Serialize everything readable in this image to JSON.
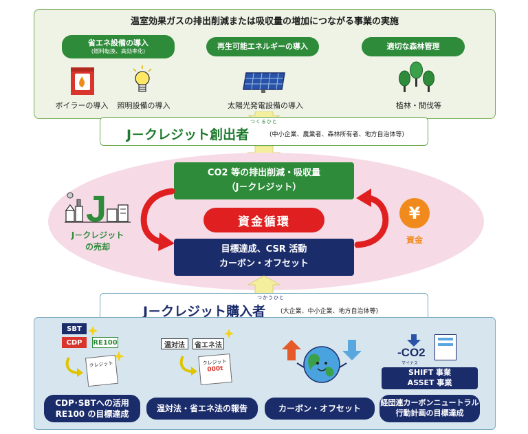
{
  "top": {
    "title": "温室効果ガスの排出削減または吸収量の増加につながる事業の実施",
    "categories": [
      {
        "label": "省エネ設備の導入",
        "sub": "(燃料転換、高効率化)"
      },
      {
        "label": "再生可能エネルギーの導入"
      },
      {
        "label": "適切な森林管理"
      }
    ],
    "icons": [
      {
        "icon": "boiler-icon",
        "label": "ボイラーの導入"
      },
      {
        "icon": "light-bulb-icon",
        "label": "照明設備の導入"
      },
      {
        "icon": "solar-panel-icon",
        "label": "太陽光発電設備の導入"
      },
      {
        "icon": "trees-icon",
        "label": "植林・間伐等"
      }
    ]
  },
  "creator": {
    "name": "J－クレジット創出者",
    "ruby": "つくるひと",
    "note": "(中小企業、農業者、森林所有者、地方自治体等)"
  },
  "cycle": {
    "green_box": {
      "line1": "CO2 等の排出削減・吸収量",
      "line2": "（J－クレジット）"
    },
    "center": "資金循環",
    "navy_box": {
      "line1": "目標達成、CSR 活動",
      "line2": "カーボン・オフセット"
    },
    "left_label": {
      "line1": "J－クレジット",
      "line2": "の売却"
    },
    "right_label": "資金",
    "yen": "¥",
    "j_letter": "J"
  },
  "buyer": {
    "name": "J－クレジット購入者",
    "ruby": "つかうひと",
    "note": "(大企業、中小企業、地方自治体等)"
  },
  "bottom": {
    "tags": {
      "sbt": "SBT",
      "cdp": "CDP",
      "re100": "RE100",
      "ontaiho": "温対法",
      "shoeneho": "省エネ法",
      "doc1": "クレジット",
      "doc2": "クレジット",
      "amount": "000t",
      "co2": "-CO2",
      "co2_small": "マイナス"
    },
    "items": [
      {
        "line1": "CDP･SBTへの活用",
        "line2": "RE100 の目標達成"
      },
      {
        "line1": "温対法・省エネ法の報告"
      },
      {
        "line1": "カーボン・オフセット"
      },
      {
        "line1": "経団連カーボンニュートラル",
        "line2": "行動計画の目標達成"
      }
    ],
    "shift": {
      "line1": "SHIFT 事業",
      "line2": "ASSET 事業"
    }
  },
  "colors": {
    "green": "#2e8b3a",
    "navy": "#1b2c6b",
    "red": "#e02020",
    "orange": "#f08a1c",
    "pink": "#f6dbe7",
    "light_green_bg": "#eef3e6",
    "light_blue_bg": "#d7e6ee"
  }
}
